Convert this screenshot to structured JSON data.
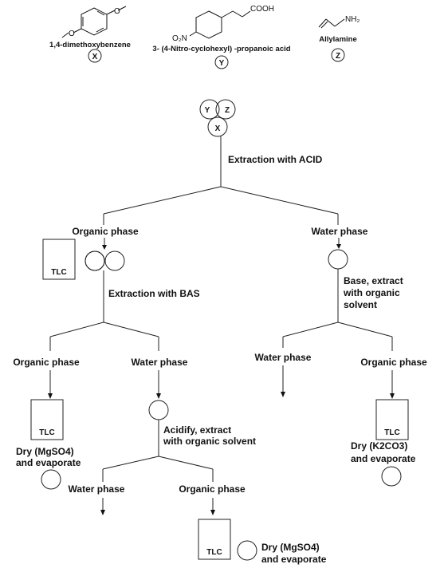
{
  "compounds": {
    "x": {
      "name": "1,4-dimethoxybenzene",
      "letter": "X"
    },
    "y": {
      "name": "3- (4-Nitro-cyclohexyl) -propanoic acid",
      "letter": "Y",
      "cooh": "COOH",
      "no2": "O₂N"
    },
    "z": {
      "name": "Allylamine",
      "letter": "Z",
      "nh2": "NH₂"
    }
  },
  "mixture": {
    "y": "Y",
    "z": "Z",
    "x": "X"
  },
  "steps": {
    "acid_extraction": "Extraction with ACID",
    "organic_phase_1": "Organic phase",
    "water_phase_1": "Water phase",
    "tlc": "TLC",
    "bas_extraction": "Extraction with BAS",
    "base_extract": [
      "Base, extract",
      "with organic",
      "solvent"
    ],
    "organic_phase_2": "Organic phase",
    "water_phase_2": "Water phase",
    "water_phase_3": "Water phase",
    "organic_phase_3": "Organic phase",
    "dry_mgso4_1": [
      "Dry (MgSO4)",
      "and evaporate"
    ],
    "acidify": [
      "Acidify, extract",
      "with organic solvent"
    ],
    "dry_k2co3": [
      "Dry (K2CO3)",
      "and evaporate"
    ],
    "water_phase_4": "Water phase",
    "organic_phase_4": "Organic phase",
    "dry_mgso4_2": [
      "Dry (MgSO4)",
      "and evaporate"
    ]
  }
}
